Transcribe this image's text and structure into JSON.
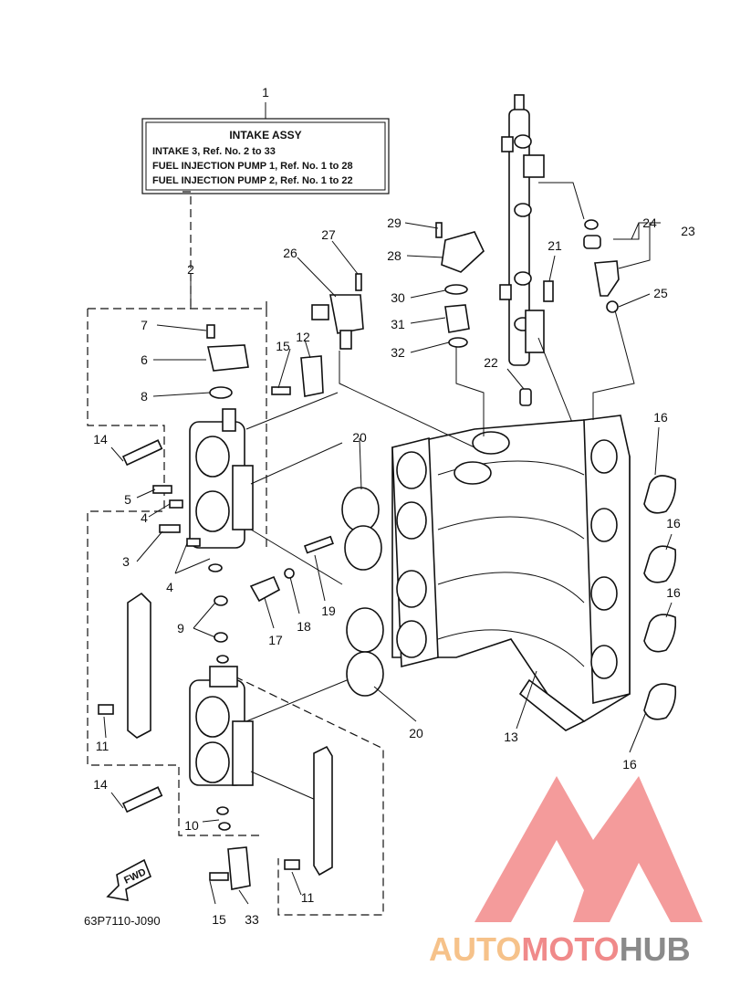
{
  "intake_box": {
    "title": "INTAKE ASSY",
    "lines": [
      "INTAKE 3,  Ref. No. 2 to 33",
      "FUEL INJECTION PUMP 1,  Ref. No. 1 to 28",
      "FUEL INJECTION PUMP 2,  Ref. No. 1 to 22"
    ]
  },
  "drawing_code": "63P7110-J090",
  "fwd_label": "FWD",
  "watermark": {
    "parts": [
      "AUTO",
      "MOTO",
      "HUB"
    ],
    "colors": [
      "#f6c28a",
      "#f08a8a",
      "#8a8a8a"
    ]
  },
  "callouts": {
    "c1": "1",
    "c2": "2",
    "c3": "3",
    "c4a": "4",
    "c4b": "4",
    "c5": "5",
    "c6": "6",
    "c7": "7",
    "c8": "8",
    "c9": "9",
    "c10": "10",
    "c11a": "11",
    "c11b": "11",
    "c12": "12",
    "c13": "13",
    "c14a": "14",
    "c14b": "14",
    "c15a": "15",
    "c15b": "15",
    "c16a": "16",
    "c16b": "16",
    "c16c": "16",
    "c16d": "16",
    "c17": "17",
    "c18": "18",
    "c19": "19",
    "c20a": "20",
    "c20b": "20",
    "c21": "21",
    "c22": "22",
    "c23": "23",
    "c24": "24",
    "c25": "25",
    "c26": "26",
    "c27": "27",
    "c28": "28",
    "c29": "29",
    "c30": "30",
    "c31": "31",
    "c32": "32",
    "c33": "33"
  }
}
